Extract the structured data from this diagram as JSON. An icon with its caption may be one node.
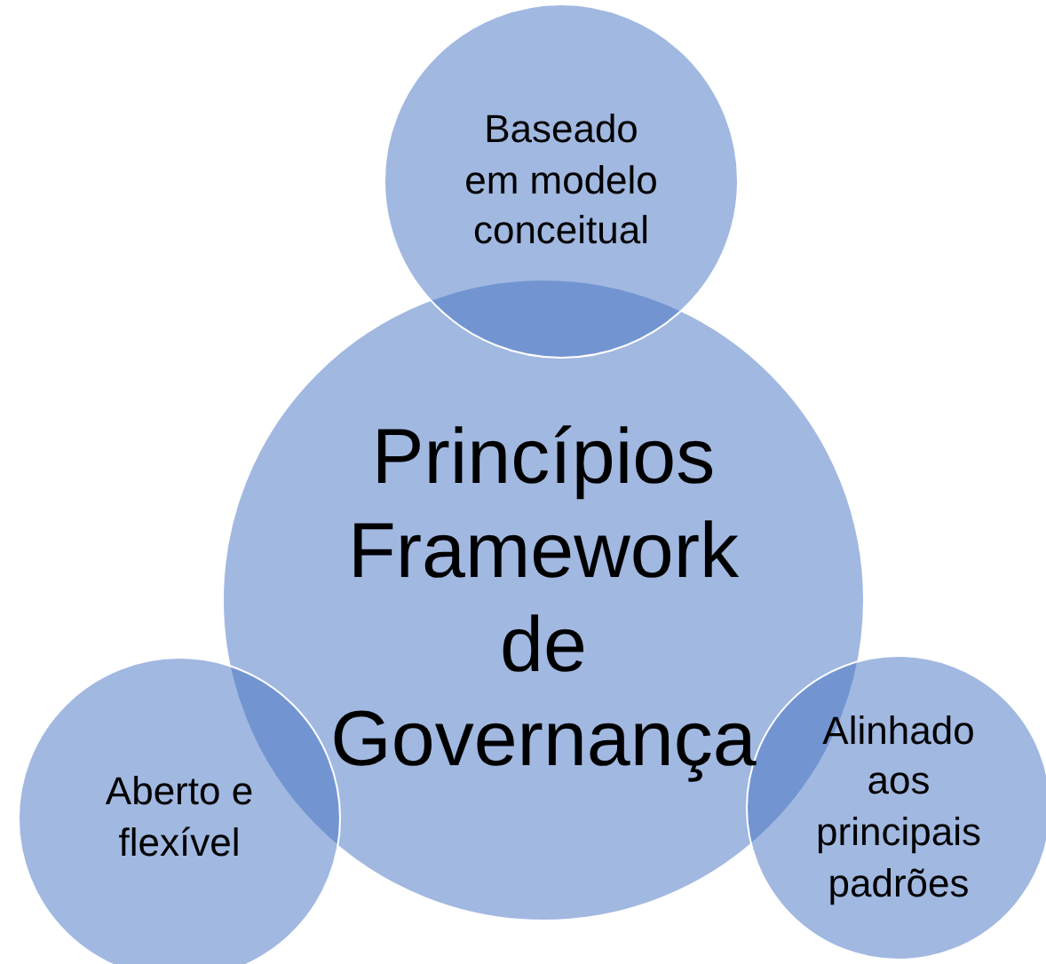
{
  "diagram": {
    "nodes": [
      {
        "text": [
          "Princípios Framework de Governança"
        ]
      },
      {
        "text": [
          "Baseado em modelo conceitual"
        ]
      },
      {
        "text": [
          "Aberto e flexível"
        ]
      },
      {
        "text": [
          "Alinhado aos principais padrões"
        ]
      }
    ]
  }
}
